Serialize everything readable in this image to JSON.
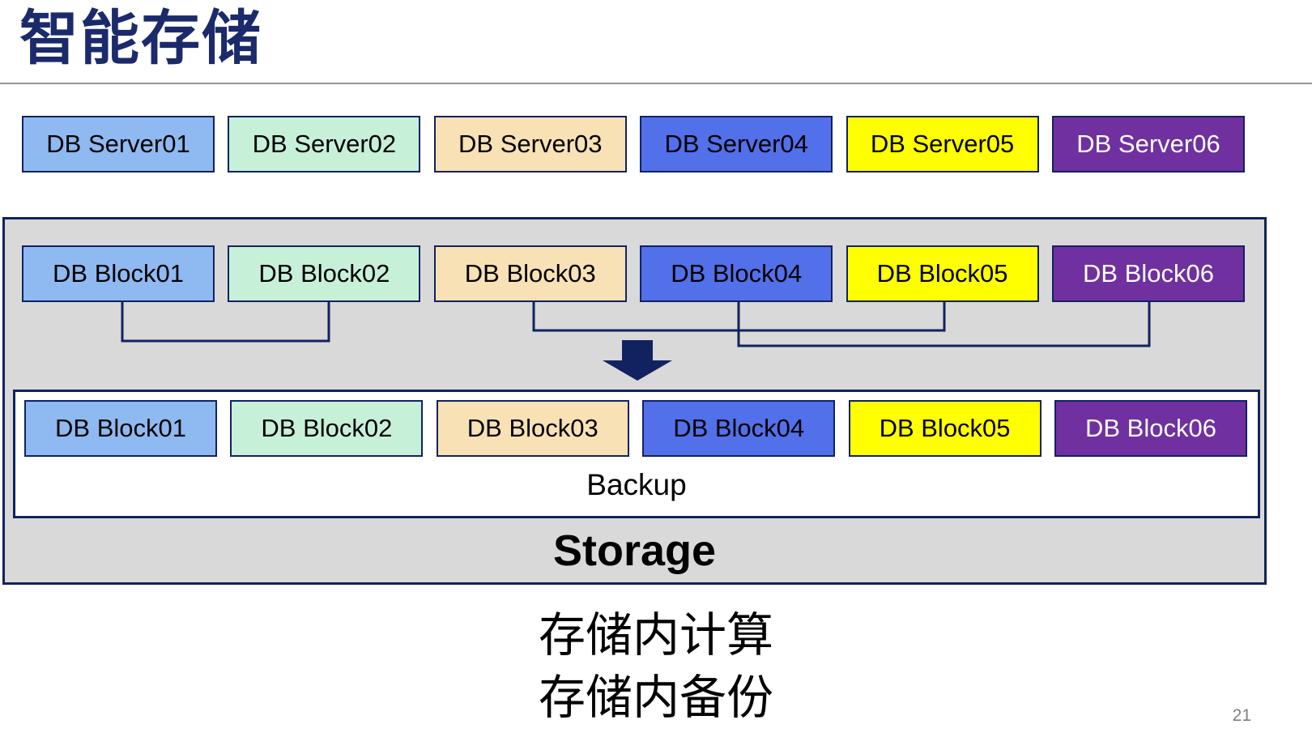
{
  "slide": {
    "title": "智能存储",
    "page_number": "21",
    "caption_line1": "存储内计算",
    "caption_line2": "存储内备份"
  },
  "colors": {
    "navy": "#122260",
    "title_navy": "#1b2a6b",
    "panel_gray": "#d9d9d9",
    "divider_gray": "#989898",
    "page_number_gray": "#808080",
    "light_blue": "#8fb9f1",
    "mint_green": "#c7f0d9",
    "wheat": "#f8e1b4",
    "royal_blue": "#5170e9",
    "yellow": "#ffff00",
    "purple": "#7030a0"
  },
  "servers": [
    {
      "label": "DB Server01",
      "fill": "#8fb9f1",
      "text_color": "#000000"
    },
    {
      "label": "DB Server02",
      "fill": "#c7f0d9",
      "text_color": "#000000"
    },
    {
      "label": "DB Server03",
      "fill": "#f8e1b4",
      "text_color": "#000000"
    },
    {
      "label": "DB Server04",
      "fill": "#5170e9",
      "text_color": "#000000"
    },
    {
      "label": "DB Server05",
      "fill": "#ffff00",
      "text_color": "#000000"
    },
    {
      "label": "DB Server06",
      "fill": "#7030a0",
      "text_color": "#ffffff"
    }
  ],
  "storage_panel": {
    "label": "Storage",
    "backup_label": "Backup",
    "blocks_source": [
      {
        "label": "DB Block01",
        "fill": "#8fb9f1",
        "text_color": "#000000"
      },
      {
        "label": "DB Block02",
        "fill": "#c7f0d9",
        "text_color": "#000000"
      },
      {
        "label": "DB Block03",
        "fill": "#f8e1b4",
        "text_color": "#000000"
      },
      {
        "label": "DB Block04",
        "fill": "#5170e9",
        "text_color": "#000000"
      },
      {
        "label": "DB Block05",
        "fill": "#ffff00",
        "text_color": "#000000"
      },
      {
        "label": "DB Block06",
        "fill": "#7030a0",
        "text_color": "#ffffff"
      }
    ],
    "blocks_backup": [
      {
        "label": "DB Block01",
        "fill": "#8fb9f1",
        "text_color": "#000000"
      },
      {
        "label": "DB Block02",
        "fill": "#c7f0d9",
        "text_color": "#000000"
      },
      {
        "label": "DB Block03",
        "fill": "#f8e1b4",
        "text_color": "#000000"
      },
      {
        "label": "DB Block04",
        "fill": "#5170e9",
        "text_color": "#000000"
      },
      {
        "label": "DB Block05",
        "fill": "#ffff00",
        "text_color": "#000000"
      },
      {
        "label": "DB Block06",
        "fill": "#7030a0",
        "text_color": "#ffffff"
      }
    ]
  }
}
